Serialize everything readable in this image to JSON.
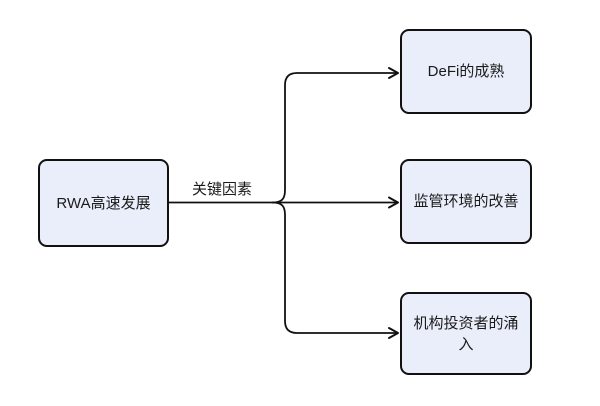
{
  "diagram": {
    "title": "RWA growth key factors flowchart",
    "background_color": "#ffffff",
    "node_fill_color": "#e9eefa",
    "node_border_color": "#111111",
    "connector_color": "#111111",
    "text_color": "#1a1a1a",
    "root_label": "RWA高速发展",
    "edge_label": "关键因素",
    "factors": [
      {
        "label": "DeFi的成熟"
      },
      {
        "label": "监管环境的改善"
      },
      {
        "label": "机构投资者的涌入"
      }
    ]
  }
}
